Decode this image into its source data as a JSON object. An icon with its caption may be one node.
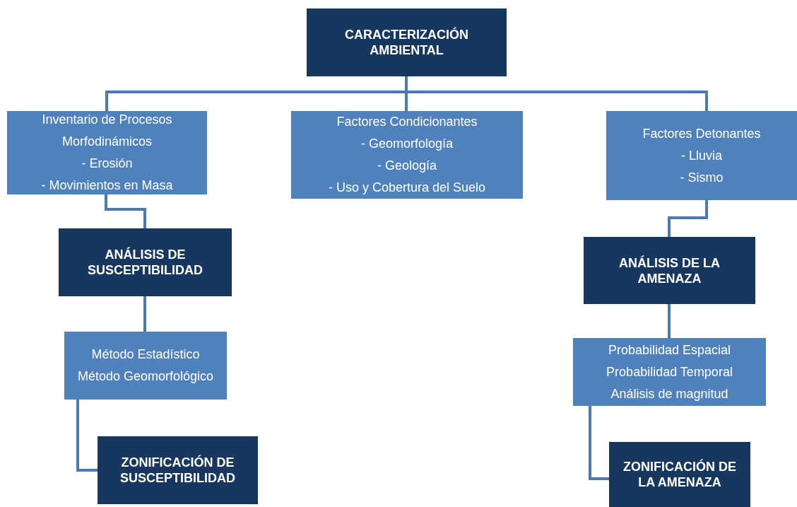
{
  "diagram": {
    "nodes": [
      {
        "text": [
          "CARACTERIZACIÓN AMBIENTAL"
        ]
      },
      {
        "text": [
          "Inventario de Procesos Morfodinámicos",
          "- Erosión",
          "- Movimientos en Masa"
        ]
      },
      {
        "text": [
          "Factores Condicionantes",
          "- Geomorfología",
          "- Geología",
          "- Uso y Cobertura del Suelo"
        ]
      },
      {
        "text": [
          "Factores Detonantes",
          "- Lluvia",
          "- Sismo"
        ]
      },
      {
        "text": [
          "ANÁLISIS DE SUSCEPTIBILIDAD"
        ]
      },
      {
        "text": [
          "ANÁLISIS DE LA AMENAZA"
        ]
      },
      {
        "text": [
          "Método Estadístico",
          "Método Geomorfológico"
        ]
      },
      {
        "text": [
          "Probabilidad Espacial",
          "Probabilidad Temporal",
          "Análisis de magnitud"
        ]
      },
      {
        "text": [
          "ZONIFICACIÓN DE SUSCEPTIBILIDAD"
        ]
      },
      {
        "text": [
          "ZONIFICACIÓN DE LA AMENAZA"
        ]
      }
    ],
    "edges": [
      {
        "from": 0,
        "to": 1,
        "arrow": "none"
      },
      {
        "from": 0,
        "to": 2,
        "arrow": "none"
      },
      {
        "from": 0,
        "to": 3,
        "arrow": "none"
      },
      {
        "from": 1,
        "to": 4,
        "arrow": "none"
      },
      {
        "from": 3,
        "to": 5,
        "arrow": "none"
      },
      {
        "from": 4,
        "to": 6,
        "arrow": "none"
      },
      {
        "from": 5,
        "to": 7,
        "arrow": "none"
      },
      {
        "from": 6,
        "to": 8,
        "arrow": "none"
      },
      {
        "from": 7,
        "to": 9,
        "arrow": "none"
      }
    ]
  }
}
